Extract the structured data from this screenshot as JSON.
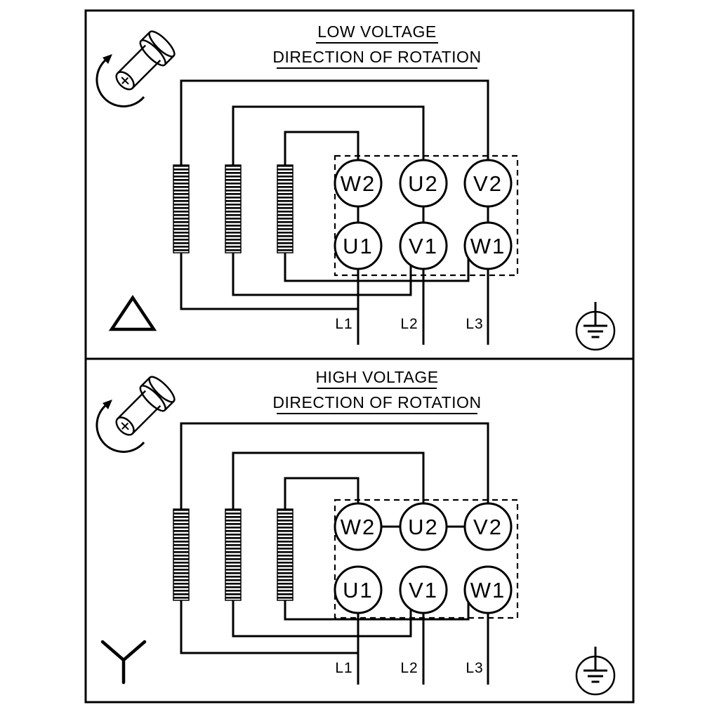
{
  "document": {
    "kind": "motor-terminal-wiring-diagram",
    "ink_color": "#000000",
    "background_color": "#ffffff"
  },
  "panels": [
    {
      "id": "low-voltage",
      "title": "LOW VOLTAGE",
      "subtitle": "DIRECTION OF ROTATION",
      "connection_symbol": "delta",
      "terminals_top": [
        "W2",
        "U2",
        "V2"
      ],
      "terminals_bottom": [
        "U1",
        "V1",
        "W1"
      ],
      "line_labels": [
        "L1",
        "L2",
        "L3"
      ],
      "icons": [
        "shaft-rotation-icon",
        "delta-connection-icon",
        "earth-ground-icon"
      ]
    },
    {
      "id": "high-voltage",
      "title": "HIGH VOLTAGE",
      "subtitle": "DIRECTION OF ROTATION",
      "connection_symbol": "star",
      "terminals_top": [
        "W2",
        "U2",
        "V2"
      ],
      "terminals_bottom": [
        "U1",
        "V1",
        "W1"
      ],
      "line_labels": [
        "L1",
        "L2",
        "L3"
      ],
      "icons": [
        "shaft-rotation-icon",
        "star-connection-icon",
        "earth-ground-icon"
      ]
    }
  ]
}
